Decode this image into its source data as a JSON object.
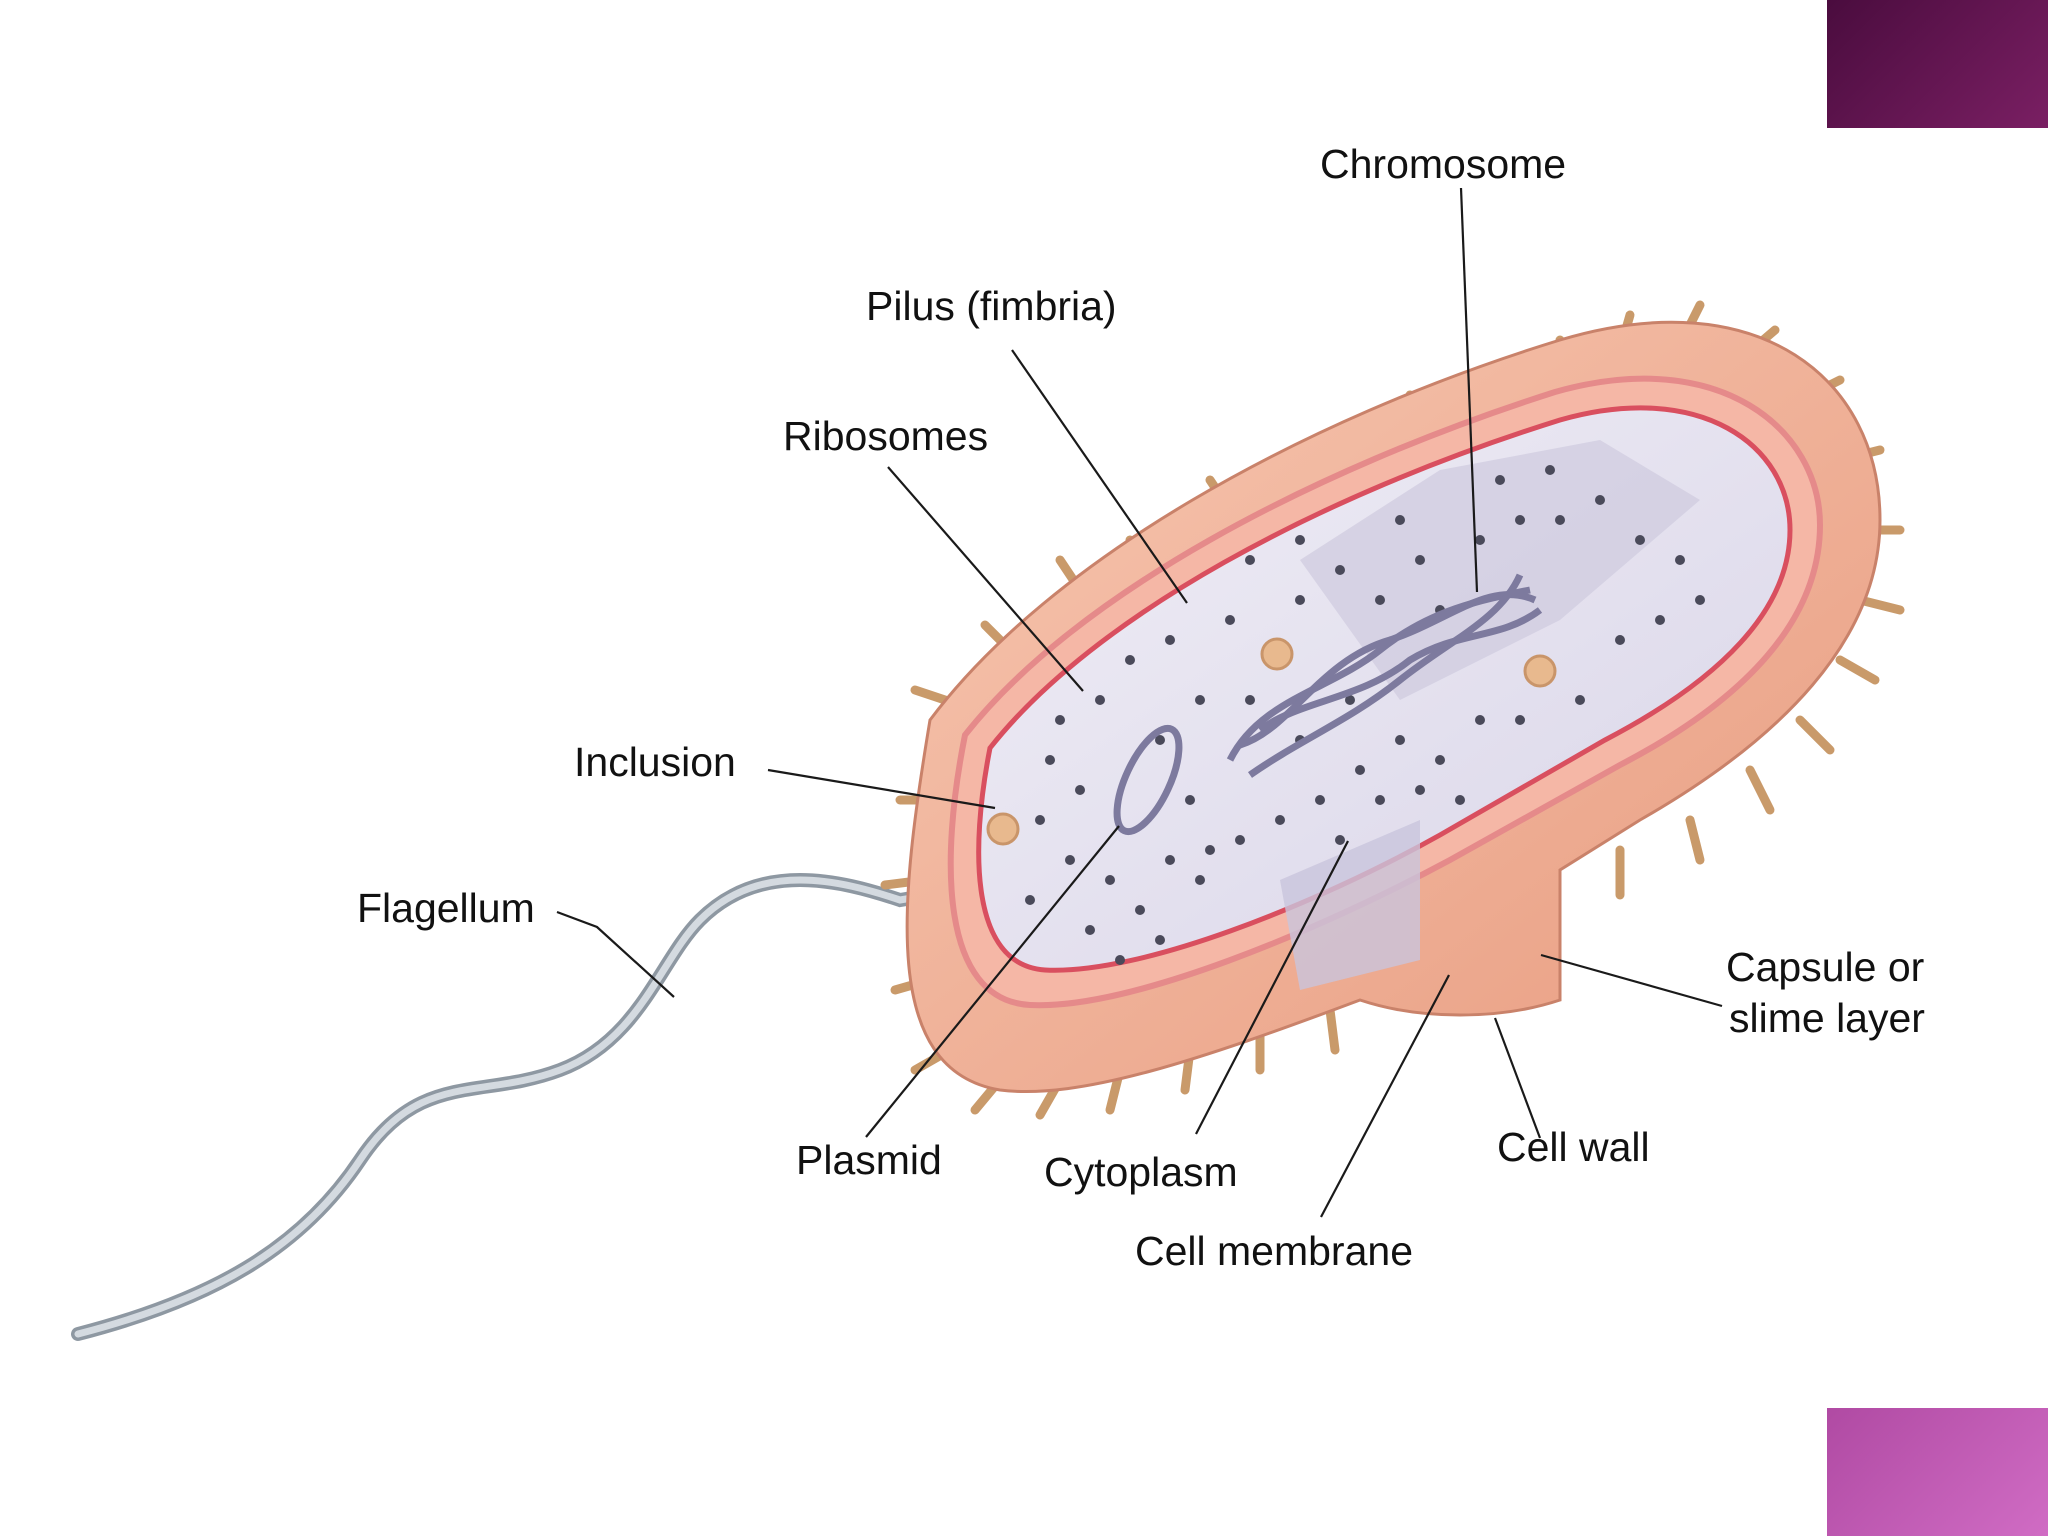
{
  "labels": {
    "chromosome": "Chromosome",
    "pilus": "Pilus (fimbria)",
    "ribosomes": "Ribosomes",
    "inclusion": "Inclusion",
    "flagellum": "Flagellum",
    "capsule_line1": "Capsule or",
    "capsule_line2": "slime layer",
    "plasmid": "Plasmid",
    "cytoplasm": "Cytoplasm",
    "cell_wall": "Cell wall",
    "cell_membrane": "Cell membrane"
  },
  "colors": {
    "capsule": "#f2b49b",
    "capsule_dark": "#e0957a",
    "cell_wall": "#e58a8a",
    "membrane": "#d94f5f",
    "cytoplasm": "#e6e3ef",
    "cytoplasm_shade": "#c9c4dc",
    "pili": "#c99a6a",
    "ribosome": "#4a4a5a",
    "chromosome": "#7d7a9e",
    "flagellum": "#b9c1c9",
    "corner_top": "#5c1250",
    "corner_bottom": "#c35cb5"
  }
}
